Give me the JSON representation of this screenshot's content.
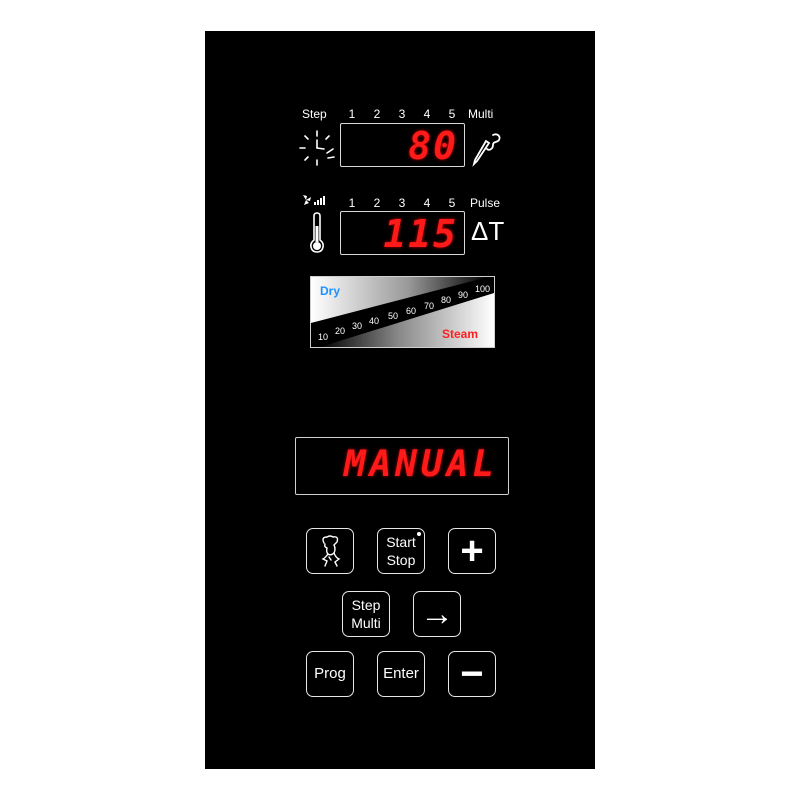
{
  "display1": {
    "step_label": "Step",
    "multi_label": "Multi",
    "step_numbers": [
      "1",
      "2",
      "3",
      "4",
      "5"
    ],
    "value": "80",
    "left_icon": "timer-icon",
    "right_icon": "core-probe-icon"
  },
  "display2": {
    "pulse_label": "Pulse",
    "step_numbers": [
      "1",
      "2",
      "3",
      "4",
      "5"
    ],
    "value": "115",
    "delta_t_label": "ΔT",
    "fan_icon": "fan-speed-icon",
    "left_icon": "thermometer-icon"
  },
  "humidity": {
    "dry_label": "Dry",
    "steam_label": "Steam",
    "scale": [
      "10",
      "20",
      "30",
      "40",
      "50",
      "60",
      "70",
      "80",
      "90",
      "100"
    ]
  },
  "message": {
    "text": "MANUAL"
  },
  "buttons": {
    "chef_icon": "chef-icon",
    "start_line1": "Start",
    "start_line2": "Stop",
    "plus": "+",
    "step_line1": "Step",
    "step_line2": "Multi",
    "arrow": "→",
    "prog": "Prog",
    "enter": "Enter",
    "minus": "−"
  },
  "colors": {
    "led": "#ff1a1a",
    "panel": "#000000",
    "dry": "#1e90ff",
    "steam": "#ff2020"
  }
}
